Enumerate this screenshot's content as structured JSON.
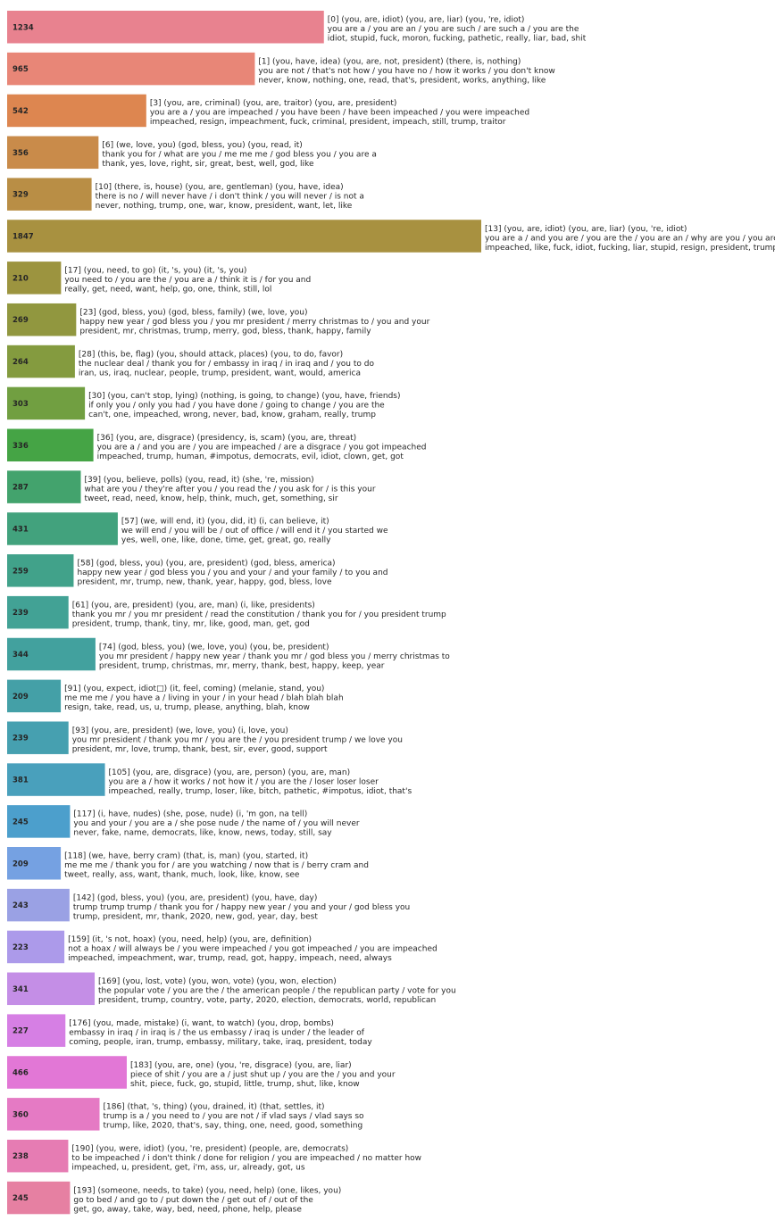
{
  "chart_data": {
    "type": "bar",
    "orientation": "horizontal",
    "grid": false,
    "legend": "none",
    "xlim": [
      0,
      1847
    ],
    "bars": [
      {
        "value": 1234,
        "color": "#e8828f",
        "lines": [
          "[0] (you, are, idiot) (you, are, liar) (you, 're, idiot)",
          "you are a / you are an / you are such / are such a / you are the",
          "idiot, stupid, fuck, moron, fucking, pathetic, really, liar, bad, shit"
        ]
      },
      {
        "value": 965,
        "color": "#e88677",
        "lines": [
          "[1] (you, have, idea) (you, are, not, president) (there, is, nothing)",
          "you are not / that's not how / you have no / how it works / you don't know",
          "never, know, nothing, one, read, that's, president, works, anything, like"
        ]
      },
      {
        "value": 542,
        "color": "#dd8650",
        "lines": [
          "[3] (you, are, criminal) (you, are, traitor) (you, are, president)",
          "you are a / you are impeached / you have been / have been impeached / you were impeached",
          "impeached, resign, impeachment, fuck, criminal, president, impeach, still, trump, traitor"
        ]
      },
      {
        "value": 356,
        "color": "#c98b4a",
        "lines": [
          "[6] (we, love, you) (god, bless, you) (you, read, it)",
          "thank you for / what are you / me me me / god bless you / you are a",
          "thank, yes, love, right, sir, great, best, well, god, like"
        ]
      },
      {
        "value": 329,
        "color": "#b98e45",
        "lines": [
          "[10] (there, is, house) (you, are, gentleman) (you, have, idea)",
          "there is no / will never have / i don't think / you will never / is not a",
          "never, nothing, trump, one, war, know, president, want, let, like"
        ]
      },
      {
        "value": 1847,
        "color": "#a89140",
        "lines": [
          "[13] (you, are, idiot) (you, are, liar) (you, 're, idiot)",
          "you are a / and you are / you are the / you are an / why are you / you are so",
          "impeached, like, fuck, idiot, fucking, liar, stupid, resign, president, trump"
        ]
      },
      {
        "value": 210,
        "color": "#9c943f",
        "lines": [
          "[17] (you, need, to go) (it, 's, you) (it, 's, you)",
          "you need to / you are the / you are a / think it is / for you and",
          "really, get, need, want, help, go, one, think, still, lol"
        ]
      },
      {
        "value": 269,
        "color": "#91973f",
        "lines": [
          "[23] (god, bless, you) (god, bless, family) (we, love, you)",
          "happy new year / god bless you / you mr president / merry christmas to / you and your",
          "president, mr, christmas, trump, merry, god, bless, thank, happy, family"
        ]
      },
      {
        "value": 264,
        "color": "#849b3f",
        "lines": [
          "[28] (this, be, flag) (you, should attack, places) (you, to do, favor)",
          "the nuclear deal / thank you for / embassy in iraq / in iraq and / you to do",
          "iran, us, iraq, nuclear, people, trump, president, want, would, america"
        ]
      },
      {
        "value": 303,
        "color": "#719f41",
        "lines": [
          "[30] (you, can't stop, lying) (nothing, is going, to change) (you, have, friends)",
          "if only you / only you had / you have done / going to change / you are the",
          "can't, one, impeached, wrong, never, bad, know, graham, really, trump"
        ]
      },
      {
        "value": 336,
        "color": "#45a445",
        "lines": [
          "[36] (you, are, disgrace) (presidency, is, scam) (you, are, threat)",
          "you are a / and you are / you are impeached / are a disgrace / you got impeached",
          "impeached, trump, human, #impotus, democrats, evil, idiot, clown, get, got"
        ]
      },
      {
        "value": 287,
        "color": "#43a36d",
        "lines": [
          "[39] (you, believe, polls) (you, read, it) (she, 're, mission)",
          "what are you / they're after you / you read the / you ask for / is this your",
          "tweet, read, need, know, help, think, much, get, something, sir"
        ]
      },
      {
        "value": 431,
        "color": "#42a27d",
        "lines": [
          "[57] (we, will end, it) (you, did, it) (i, can believe, it)",
          "we will end / you will be / out of office / will end it / you started we",
          "yes, well, one, like, done, time, get, great, go, really"
        ]
      },
      {
        "value": 259,
        "color": "#41a28a",
        "lines": [
          "[58] (god, bless, you) (you, are, president) (god, bless, america)",
          "happy new year / god bless you / you and your / and your family / to you and",
          "president, mr, trump, new, thank, year, happy, god, bless, love"
        ]
      },
      {
        "value": 239,
        "color": "#42a295",
        "lines": [
          "[61] (you, are, president) (you, are, man) (i, like, presidents)",
          "thank you mr / you mr president / read the constitution / thank you for / you president trump",
          "president, trump, thank, tiny, mr, like, good, man, get, god"
        ]
      },
      {
        "value": 344,
        "color": "#42a19e",
        "lines": [
          "[74] (god, bless, you) (we, love, you) (you, be, president)",
          "you mr president / happy new year / thank you mr / god bless you / merry christmas to",
          "president, trump, christmas, mr, merry, thank, best, happy, keep, year"
        ]
      },
      {
        "value": 209,
        "color": "#44a0a7",
        "lines": [
          "[91] (you, expect, idiot□) (it, feel, coming) (melanie, stand, you)",
          "me me me / you have a / living in your / in your head / blah blah blah",
          "resign, take, read, us, u, trump, please, anything, blah, know"
        ]
      },
      {
        "value": 239,
        "color": "#46a0b0",
        "lines": [
          "[93] (you, are, president) (we, love, you) (i, love, you)",
          "you mr president / thank you mr / you are the / you president trump / we love you",
          "president, mr, love, trump, thank, best, sir, ever, good, support"
        ]
      },
      {
        "value": 381,
        "color": "#49a0bc",
        "lines": [
          "[105] (you, are, disgrace) (you, are, person) (you, are, man)",
          "you are a / how it works / not how it / you are the / loser loser loser",
          "impeached, really, trump, loser, like, bitch, pathetic, #impotus, idiot, that's"
        ]
      },
      {
        "value": 245,
        "color": "#4c9fcc",
        "lines": [
          "[117] (i, have, nudes) (she, pose, nude) (i, 'm gon, na tell)",
          "you and your / you are a / she pose nude / the name of / you will never",
          "never, fake, name, democrats, like, know, news, today, still, say"
        ]
      },
      {
        "value": 209,
        "color": "#75a1e2",
        "lines": [
          "[118] (we, have, berry cram) (that, is, man) (you, started, it)",
          "me me me / thank you for / are you watching / now that is / berry cram and",
          "tweet, really, ass, want, thank, much, look, like, know, see"
        ]
      },
      {
        "value": 243,
        "color": "#9aa1e4",
        "lines": [
          "[142] (god, bless, you) (you, are, president) (you, have, day)",
          "trump trump trump / thank you for / happy new year / you and your / god bless you",
          "trump, president, mr, thank, 2020, new, god, year, day, best"
        ]
      },
      {
        "value": 223,
        "color": "#ac9aea",
        "lines": [
          "[159] (it, 's not, hoax) (you, need, help) (you, are, definition)",
          "not a hoax / will always be / you were impeached / you got impeached / you are impeached",
          "impeached, impeachment, war, trump, read, got, happy, impeach, need, always"
        ]
      },
      {
        "value": 341,
        "color": "#c48ee6",
        "lines": [
          "[169] (you, lost, vote) (you, won, vote) (you, won, election)",
          "the popular vote / you are the / the american people / the republican party / vote for you",
          "president, trump, country, vote, party, 2020, election, democrats, world, republican"
        ]
      },
      {
        "value": 227,
        "color": "#d67fe4",
        "lines": [
          "[176] (you, made, mistake) (i, want, to watch) (you, drop, bombs)",
          "embassy in iraq / in iraq is / the us embassy / iraq is under / the leader of",
          "coming, people, iran, trump, embassy, military, take, iraq, president, today"
        ]
      },
      {
        "value": 466,
        "color": "#e277d6",
        "lines": [
          "[183] (you, are, one) (you, 're, disgrace) (you, are, liar)",
          "piece of shit / you are a / just shut up / you are the / you and your",
          "shit, piece, fuck, go, stupid, little, trump, shut, like, know"
        ]
      },
      {
        "value": 360,
        "color": "#e57ac4",
        "lines": [
          "[186] (that, 's, thing) (you, drained, it) (that, settles, it)",
          "trump is a / you need to / you are not / if vlad says / vlad says so",
          "trump, like, 2020, that's, say, thing, one, need, good, something"
        ]
      },
      {
        "value": 238,
        "color": "#e67cb3",
        "lines": [
          "[190] (you, were, idiot) (you, 're, president) (people, are, democrats)",
          "to be impeached / i don't think / done for religion / you are impeached / no matter how",
          "impeached, u, president, get, i'm, ass, ur, already, got, us"
        ]
      },
      {
        "value": 245,
        "color": "#e680a2",
        "lines": [
          "[193] (someone, needs, to take) (you, need, help) (one, likes, you)",
          "go to bed / and go to / put down the / get out of / out of the",
          "get, go, away, take, way, bed, need, phone, help, please"
        ]
      }
    ]
  }
}
